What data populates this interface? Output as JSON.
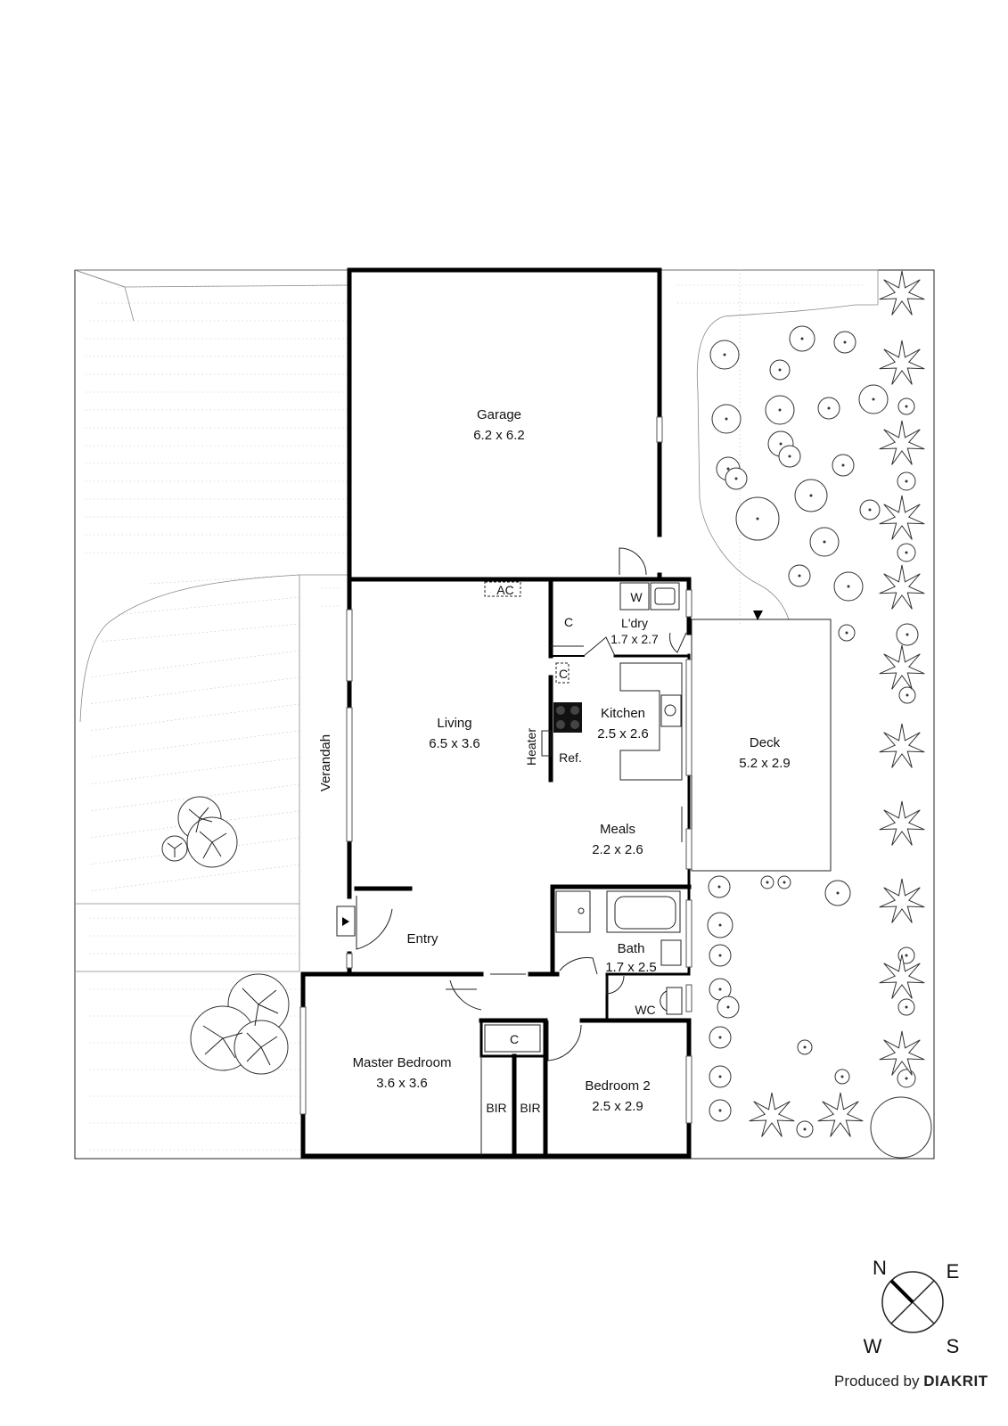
{
  "rooms": {
    "garage": {
      "name": "Garage",
      "dims": "6.2 x 6.2"
    },
    "living": {
      "name": "Living",
      "dims": "6.5 x 3.6"
    },
    "laundry": {
      "name": "L'dry",
      "dims": "1.7 x 2.7"
    },
    "kitchen": {
      "name": "Kitchen",
      "dims": "2.5 x 2.6"
    },
    "meals": {
      "name": "Meals",
      "dims": "2.2 x 2.6"
    },
    "deck": {
      "name": "Deck",
      "dims": "5.2 x 2.9"
    },
    "bath": {
      "name": "Bath",
      "dims": "1.7 x 2.5"
    },
    "master_bedroom": {
      "name": "Master Bedroom",
      "dims": "3.6 x 3.6"
    },
    "bedroom2": {
      "name": "Bedroom 2",
      "dims": "2.5 x 2.9"
    },
    "entry": {
      "name": "Entry"
    },
    "verandah": {
      "name": "Verandah"
    },
    "wc": {
      "name": "WC"
    }
  },
  "fixtures": {
    "ac": "AC",
    "washer": "W",
    "cupboard": "C",
    "refrigerator": "Ref.",
    "heater": "Heater",
    "bir": "BIR"
  },
  "compass": {
    "n": "N",
    "e": "E",
    "s": "S",
    "w": "W"
  },
  "credit": {
    "prefix": "Produced by",
    "brand": "DIAKRIT"
  }
}
